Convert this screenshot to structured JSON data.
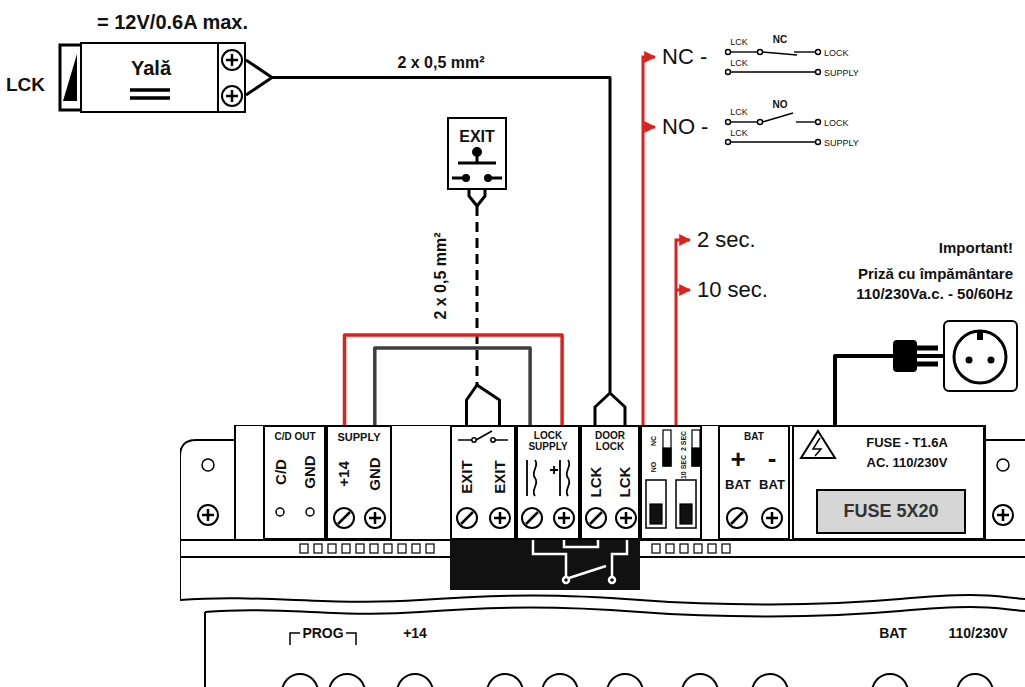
{
  "diagram": {
    "nodes": [
      {
        "text": [
          "= 12V/0.6A max.",
          "Yală"
        ]
      },
      {
        "text": [
          "EXIT"
        ]
      },
      {
        "text": [
          "Important!",
          "Priză cu împământare 110/230Va.c. - 50/60Hz"
        ]
      },
      {
        "text": [
          "PROG",
          "+14",
          "BAT",
          "110/230V"
        ]
      },
      {
        "text": [
          "C/D OUT",
          "C/D",
          "GND"
        ],
        "in": 3
      },
      {
        "text": [
          "SUPPLY",
          "+14",
          "GND"
        ],
        "in": 3
      },
      {
        "text": [
          "EXIT",
          "EXIT"
        ],
        "in": 3
      },
      {
        "text": [
          "LOCK SUPPLY"
        ],
        "in": 3
      },
      {
        "text": [
          "DOOR LOCK",
          "LCK",
          "LCK"
        ],
        "in": 3
      },
      {
        "text": [
          "NC",
          "NO",
          "2 SEC",
          "10 SEC"
        ],
        "in": 3
      },
      {
        "text": [
          "BAT",
          "+",
          "-",
          "BAT",
          "BAT"
        ],
        "in": 3
      },
      {
        "text": [
          "FUSE - T1.6A",
          "AC. 110/230V"
        ],
        "in": 3
      },
      {
        "text": [
          "FUSE 5X20"
        ],
        "in": 11
      }
    ],
    "edges": [
      {
        "from": 0,
        "to": 8,
        "label": "2 x 0,5 mm²",
        "arrow": "none"
      },
      {
        "from": 1,
        "to": 6,
        "label": "2 x 0,5 mm²",
        "arrow": "none"
      },
      {
        "from": 5,
        "to": 7,
        "arrow": "none"
      },
      {
        "from": 5,
        "to": 7,
        "arrow": "none"
      },
      {
        "from": 2,
        "to": 11,
        "arrow": "none"
      }
    ],
    "labels": [
      "LCK",
      "NC -",
      "LCK",
      "NC",
      "LOCK",
      "LCK",
      "SUPPLY",
      "NO -",
      "LCK",
      "NO",
      "LOCK",
      "LCK",
      "SUPPLY",
      "2 sec.",
      "10 sec."
    ]
  }
}
